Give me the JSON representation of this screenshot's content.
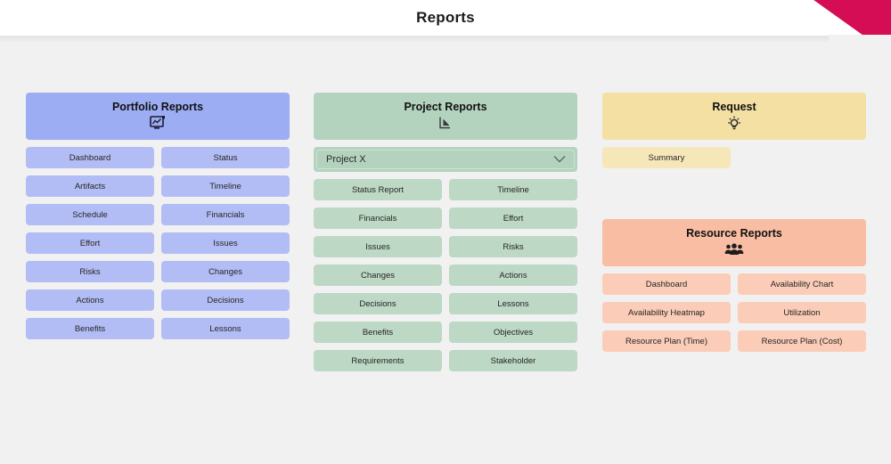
{
  "header": {
    "title": "Reports",
    "accent_color": "#d50d54",
    "background": "#ffffff"
  },
  "page": {
    "background": "#f1f1f1"
  },
  "panels": {
    "portfolio": {
      "title": "Portfolio Reports",
      "icon": "chart-screen-icon",
      "header_color": "#9cadf3",
      "button_color": "#b2bdf5",
      "buttons": [
        "Dashboard",
        "Status",
        "Artifacts",
        "Timeline",
        "Schedule",
        "Financials",
        "Effort",
        "Issues",
        "Risks",
        "Changes",
        "Actions",
        "Decisions",
        "Benefits",
        "Lessons"
      ]
    },
    "project": {
      "title": "Project Reports",
      "icon": "chart-decline-icon",
      "header_color": "#b4d3be",
      "button_color": "#bdd8c5",
      "selector": {
        "value": "Project X",
        "icon": "chevron-down-icon"
      },
      "buttons": [
        "Status Report",
        "Timeline",
        "Financials",
        "Effort",
        "Issues",
        "Risks",
        "Changes",
        "Actions",
        "Decisions",
        "Lessons",
        "Benefits",
        "Objectives",
        "Requirements",
        "Stakeholder"
      ]
    },
    "request": {
      "title": "Request",
      "icon": "lightbulb-icon",
      "header_color": "#f4e0a3",
      "button_color": "#f6e7b8",
      "buttons": [
        "Summary"
      ]
    },
    "resource": {
      "title": "Resource Reports",
      "icon": "people-group-icon",
      "header_color": "#f8bda3",
      "button_color": "#fbccb7",
      "buttons": [
        "Dashboard",
        "Availability Chart",
        "Availability Heatmap",
        "Utilization",
        "Resource Plan (Time)",
        "Resource Plan (Cost)"
      ]
    }
  }
}
